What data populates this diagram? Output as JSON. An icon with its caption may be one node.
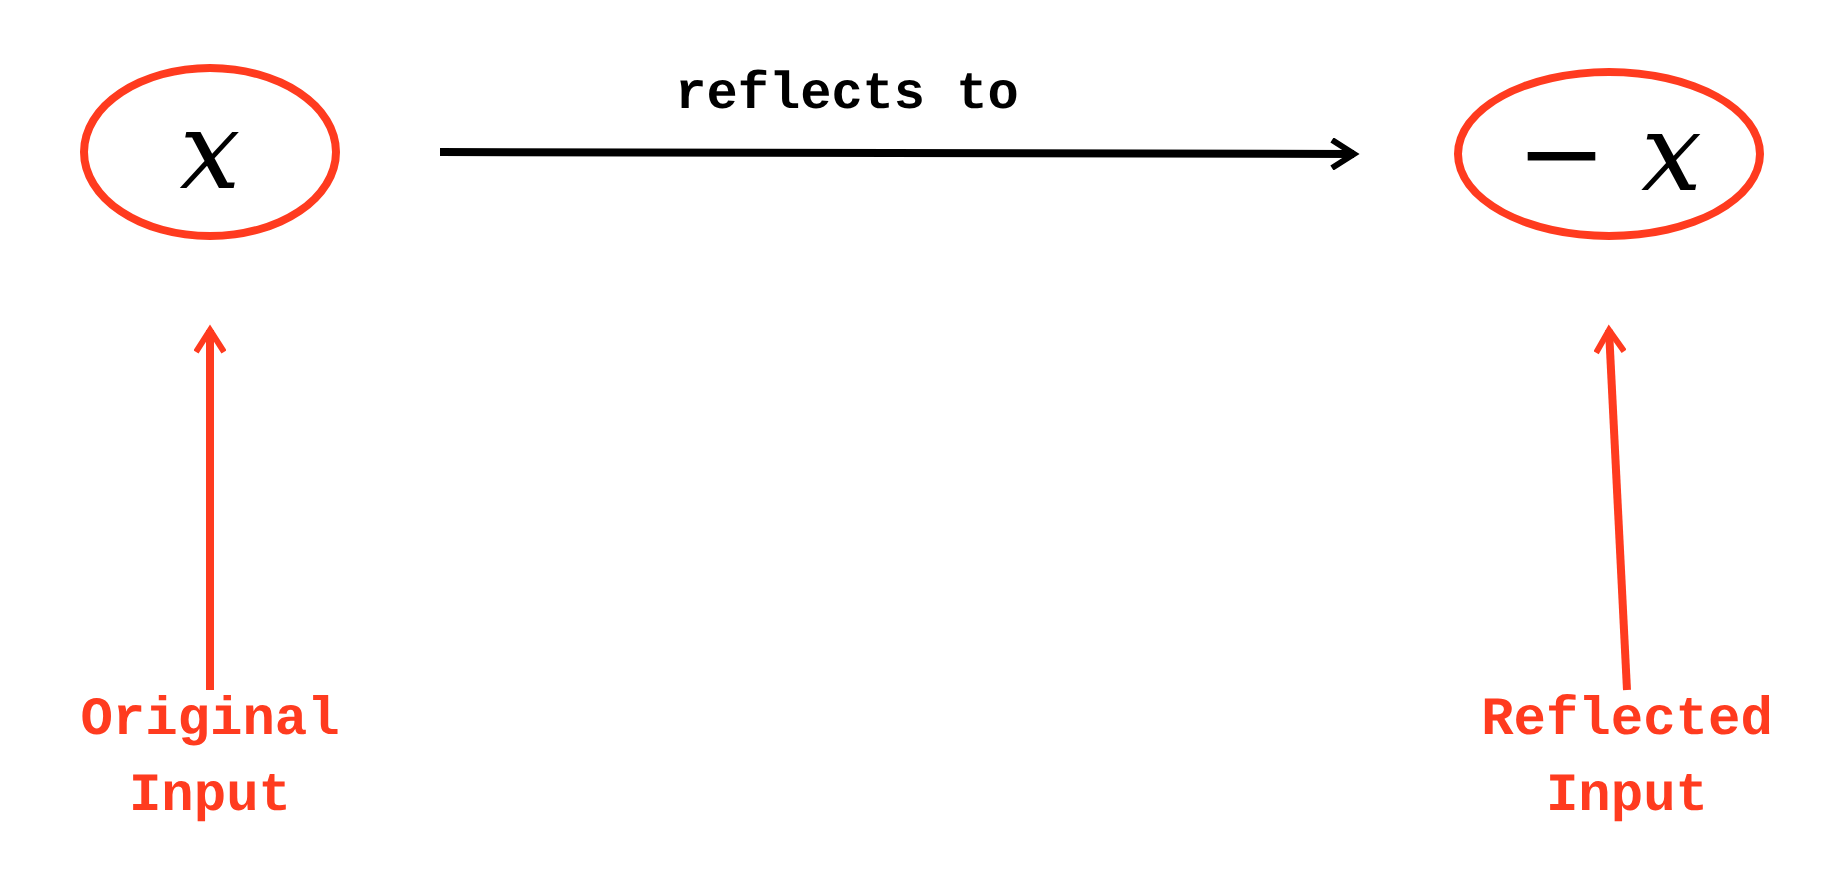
{
  "diagram": {
    "nodes": [
      {
        "text": [
          "x"
        ]
      },
      {
        "text": [
          "− x"
        ]
      },
      {
        "text": [
          "Original Input"
        ]
      },
      {
        "text": [
          "Reflected Input"
        ]
      }
    ],
    "edges": [
      {
        "from": 0,
        "to": 1,
        "arrow": "to",
        "label": "reflects to",
        "color": "#000000"
      },
      {
        "from": 2,
        "to": 0,
        "arrow": "to"
      },
      {
        "from": 3,
        "to": 1,
        "arrow": "to"
      }
    ]
  }
}
